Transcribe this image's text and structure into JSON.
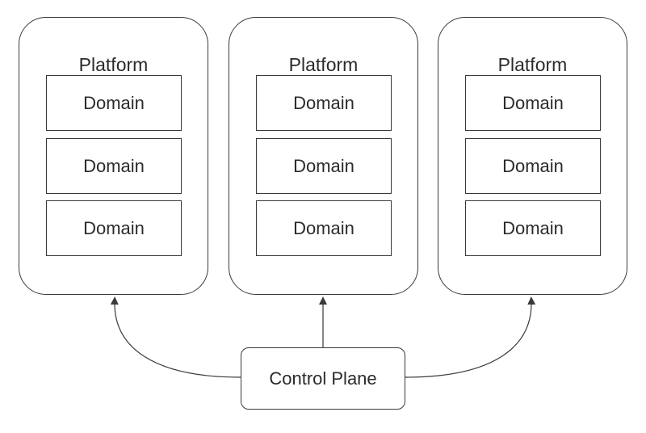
{
  "platforms": [
    {
      "title": "Platform",
      "domains": [
        "Domain",
        "Domain",
        "Domain"
      ]
    },
    {
      "title": "Platform",
      "domains": [
        "Domain",
        "Domain",
        "Domain"
      ]
    },
    {
      "title": "Platform",
      "domains": [
        "Domain",
        "Domain",
        "Domain"
      ]
    }
  ],
  "control_plane": {
    "label": "Control Plane"
  },
  "colors": {
    "stroke": "#3a3a3a",
    "text": "#2b2b2b",
    "background": "#ffffff"
  }
}
